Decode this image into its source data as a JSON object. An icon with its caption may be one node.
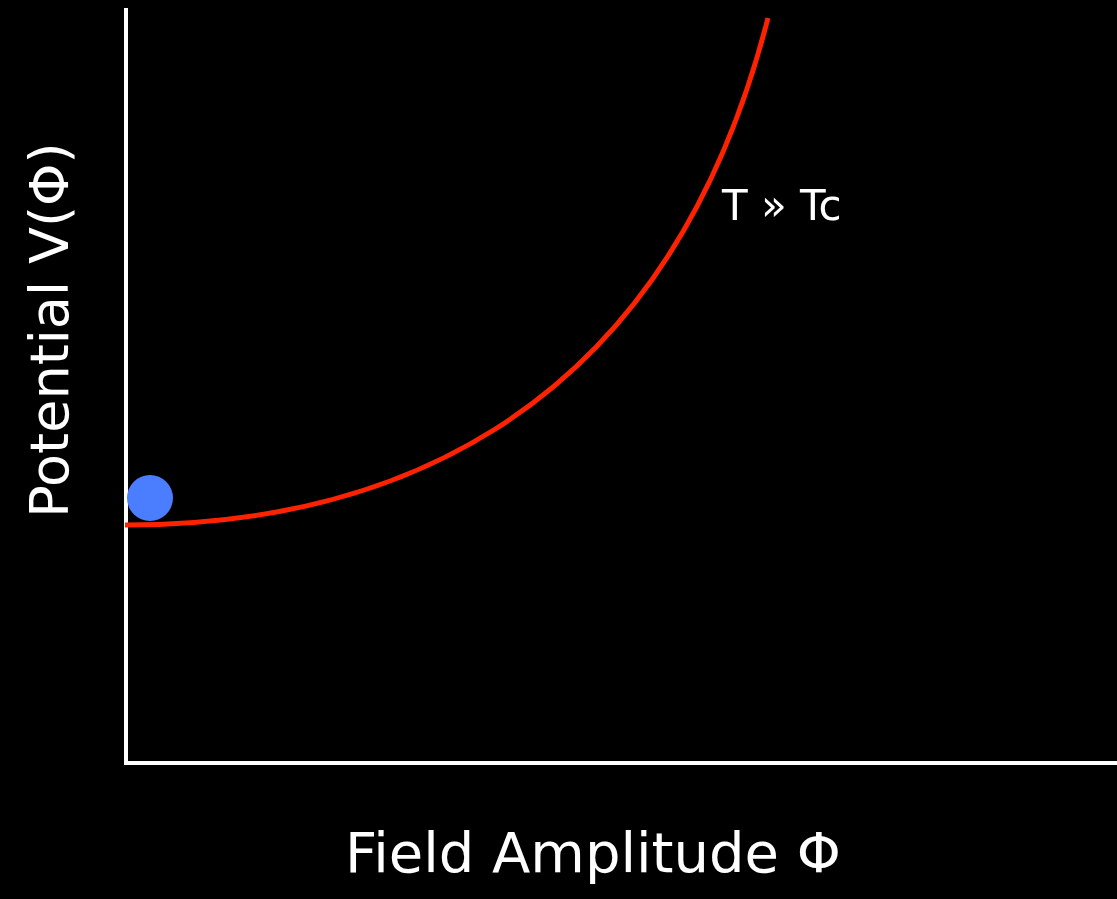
{
  "diagram": {
    "labels": [
      "Potential V(Φ)",
      "T » Tc",
      "Field Amplitude Φ"
    ]
  }
}
